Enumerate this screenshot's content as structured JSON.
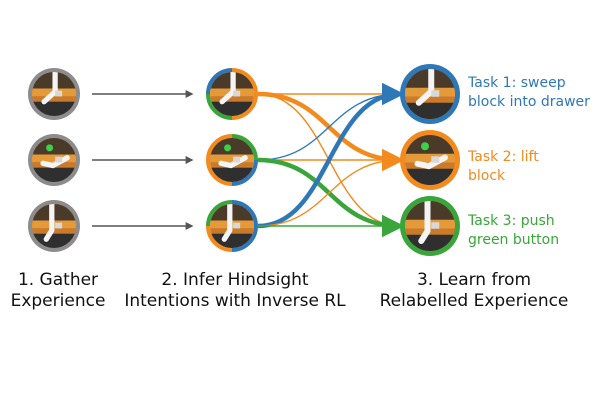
{
  "colors": {
    "blue": "#2f78b8",
    "orange": "#f28a1e",
    "green": "#3aa53a",
    "gray": "#8c8c8c",
    "arrow": "#555555"
  },
  "stages": [
    {
      "label_line1": "1. Gather",
      "label_line2": "Experience"
    },
    {
      "label_line1": "2. Infer Hindsight",
      "label_line2": "Intentions with Inverse RL"
    },
    {
      "label_line1": "3. Learn from",
      "label_line2": "Relabelled Experience"
    }
  ],
  "tasks": [
    {
      "line1": "Task 1: sweep",
      "line2": "block into drawer",
      "color": "#2f78b8"
    },
    {
      "line1": "Task 2: lift",
      "line2": "block",
      "color": "#f28a1e"
    },
    {
      "line1": "Task 3: push",
      "line2": "green button",
      "color": "#3aa53a"
    }
  ],
  "inferred_intentions": [
    {
      "dominant_task": 2,
      "weights": [
        0.5,
        0.25,
        0.25
      ]
    },
    {
      "dominant_task": 3,
      "weights": [
        0.25,
        0.25,
        0.5
      ]
    },
    {
      "dominant_task": 1,
      "weights": [
        0.5,
        0.25,
        0.25
      ]
    }
  ],
  "relabel_links": [
    {
      "from": 1,
      "to": 1,
      "color": "orange",
      "weight": "thin"
    },
    {
      "from": 1,
      "to": 2,
      "color": "orange",
      "weight": "thick"
    },
    {
      "from": 1,
      "to": 3,
      "color": "orange",
      "weight": "thin"
    },
    {
      "from": 2,
      "to": 1,
      "color": "blue",
      "weight": "thin"
    },
    {
      "from": 2,
      "to": 2,
      "color": "orange",
      "weight": "thin"
    },
    {
      "from": 2,
      "to": 3,
      "color": "green",
      "weight": "thick"
    },
    {
      "from": 3,
      "to": 1,
      "color": "blue",
      "weight": "thick"
    },
    {
      "from": 3,
      "to": 2,
      "color": "orange",
      "weight": "thin"
    },
    {
      "from": 3,
      "to": 3,
      "color": "green",
      "weight": "thin"
    }
  ]
}
